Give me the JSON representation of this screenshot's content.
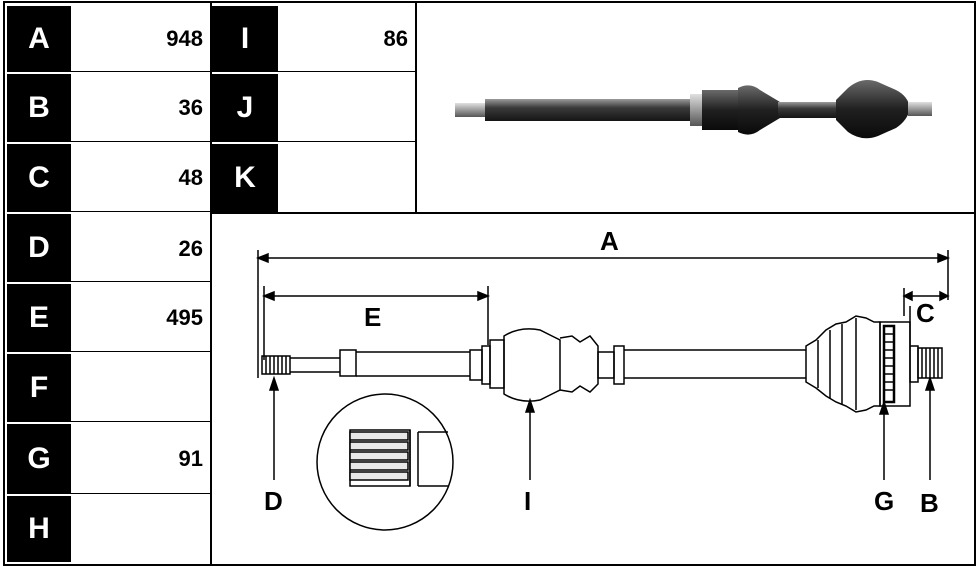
{
  "table": {
    "left_rows": [
      {
        "letter": "A",
        "value": "948"
      },
      {
        "letter": "B",
        "value": "36"
      },
      {
        "letter": "C",
        "value": "48"
      },
      {
        "letter": "D",
        "value": "26"
      },
      {
        "letter": "E",
        "value": "495"
      },
      {
        "letter": "F",
        "value": ""
      },
      {
        "letter": "G",
        "value": "91"
      },
      {
        "letter": "H",
        "value": ""
      }
    ],
    "mid_rows": [
      {
        "letter": "I",
        "value": "86"
      },
      {
        "letter": "J",
        "value": ""
      },
      {
        "letter": "K",
        "value": ""
      }
    ]
  },
  "diagram": {
    "labels": {
      "A": "A",
      "B": "B",
      "C": "C",
      "D": "D",
      "E": "E",
      "G": "G",
      "I": "I"
    }
  },
  "colors": {
    "cell_bg": "#000000",
    "cell_text": "#ffffff",
    "line": "#000000"
  }
}
